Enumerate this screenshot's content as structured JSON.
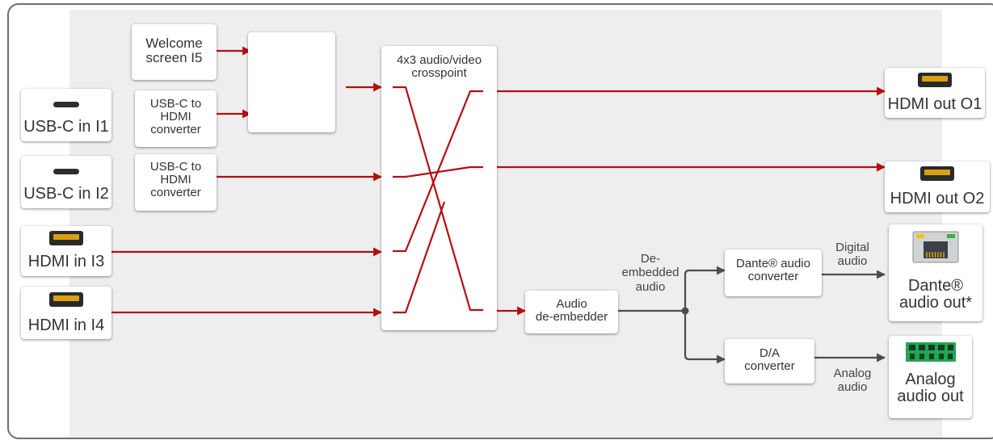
{
  "diagram": {
    "inputs": {
      "welcome_screen": "Welcome\nscreen I5",
      "usbc_in_1": "USB-C in I1",
      "usbc_in_2": "USB-C in I2",
      "hdmi_in_3": "HDMI in I3",
      "hdmi_in_4": "HDMI in I4"
    },
    "converters": {
      "usbc_to_hdmi_1": "USB-C to\nHDMI\nconverter",
      "usbc_to_hdmi_2": "USB-C to\nHDMI\nconverter",
      "audio_deembedder": "Audio\nde-embedder",
      "dante_audio_converter": "Dante® audio\nconverter",
      "da_converter": "D/A\nconverter"
    },
    "crosspoint": "4x3 audio/video\ncrosspoint",
    "outputs": {
      "hdmi_out_1": "HDMI out O1",
      "hdmi_out_2": "HDMI out O2",
      "dante_audio_out": "Dante®\naudio out*",
      "analog_audio_out": "Analog\naudio out"
    },
    "signal_labels": {
      "de_embedded_audio": "De-\nembedded\naudio",
      "digital_audio": "Digital\naudio",
      "analog_audio": "Analog\naudio"
    },
    "colors": {
      "video_signal": "#b30f0f",
      "audio_signal": "#4d4d4d",
      "panel": "#eeeeee",
      "hdmi_connector": "#d9a012",
      "terminal_block": "#23a455"
    },
    "icons": [
      "usb-c-port-icon",
      "hdmi-port-icon",
      "rj45-port-icon",
      "terminal-block-icon",
      "switch-icon"
    ]
  }
}
